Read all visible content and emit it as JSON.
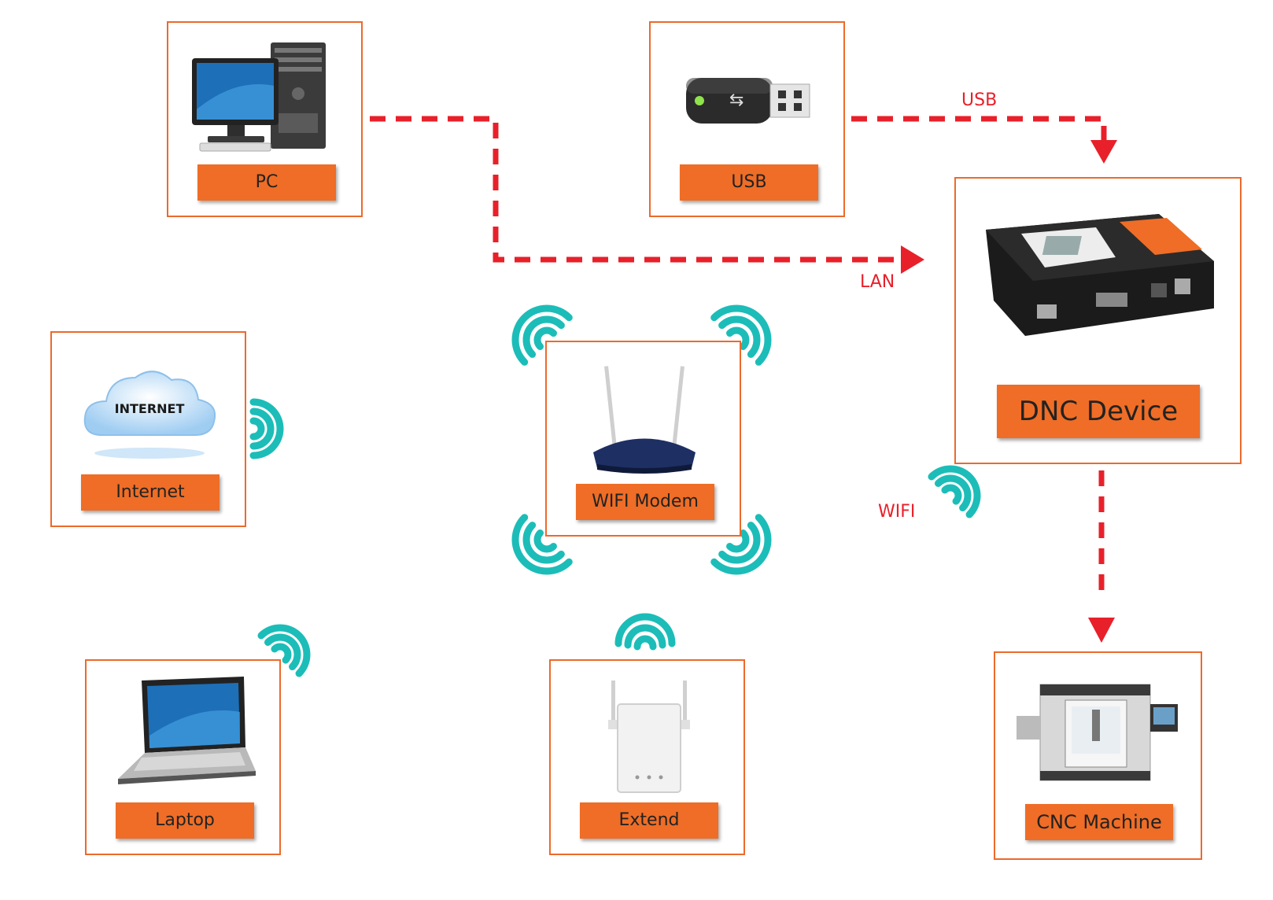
{
  "nodes": {
    "pc": {
      "label": "PC"
    },
    "usb": {
      "label": "USB"
    },
    "dnc": {
      "label": "DNC Device"
    },
    "internet": {
      "label": "Internet",
      "cloud_text": "INTERNET"
    },
    "wifi_modem": {
      "label": "WIFI Modem"
    },
    "laptop": {
      "label": "Laptop"
    },
    "extend": {
      "label": "Extend"
    },
    "cnc": {
      "label": "CNC Machine"
    }
  },
  "connections": {
    "usb": "USB",
    "lan": "LAN",
    "wifi": "WIFI"
  },
  "colors": {
    "box_border": "#ec6a2c",
    "label_fill": "#ef6d26",
    "connector": "#e8202a",
    "wifi_signal": "#1cbdb8"
  }
}
